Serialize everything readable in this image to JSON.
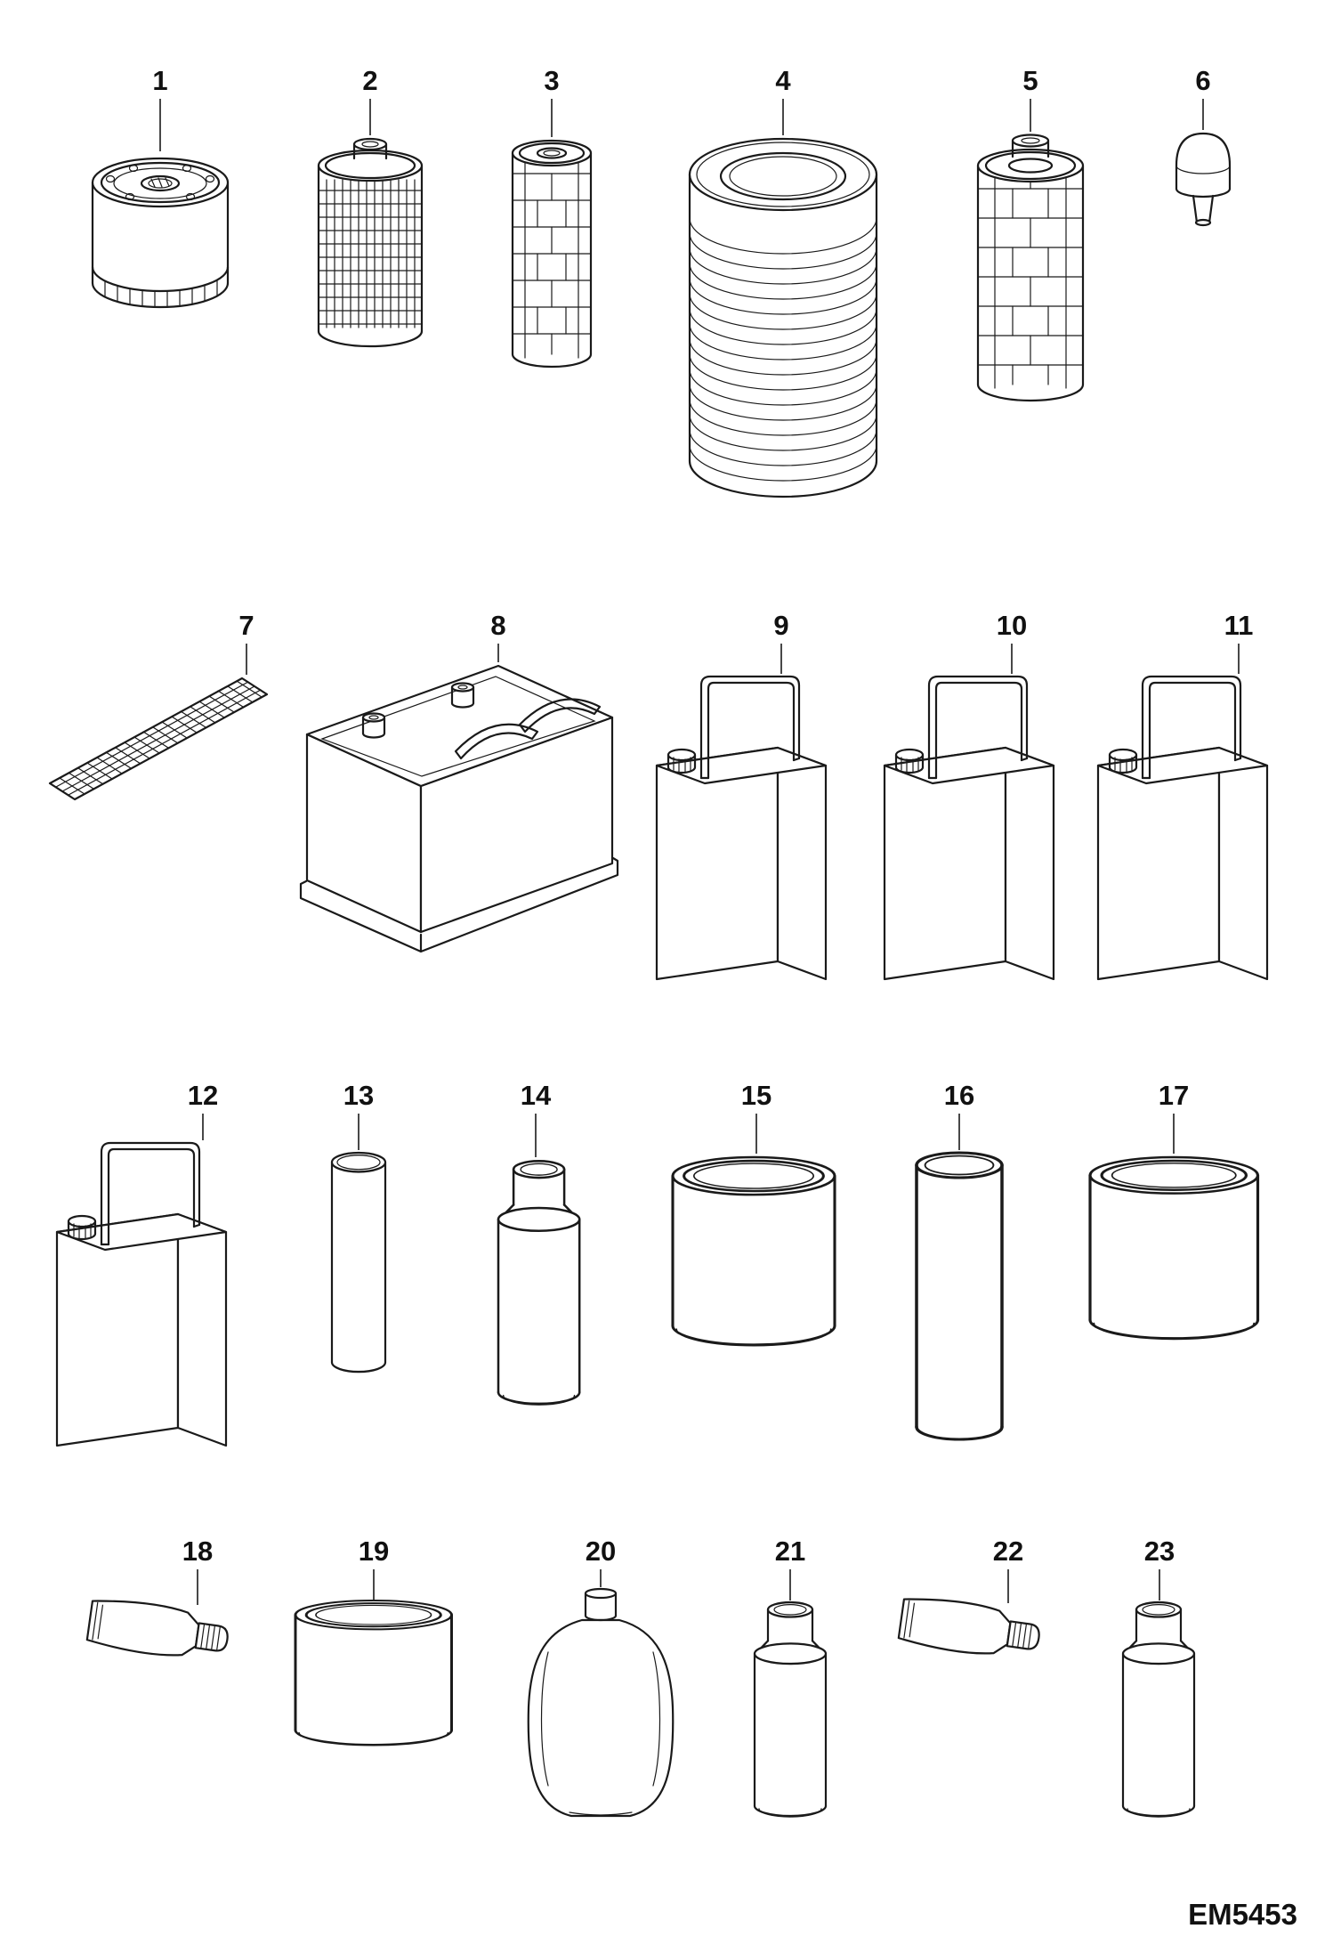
{
  "diagram": {
    "code": "EM5453",
    "labels": [
      "1",
      "2",
      "3",
      "4",
      "5",
      "6",
      "7",
      "8",
      "9",
      "10",
      "11",
      "12",
      "13",
      "14",
      "15",
      "16",
      "17",
      "18",
      "19",
      "20",
      "21",
      "22",
      "23"
    ]
  }
}
